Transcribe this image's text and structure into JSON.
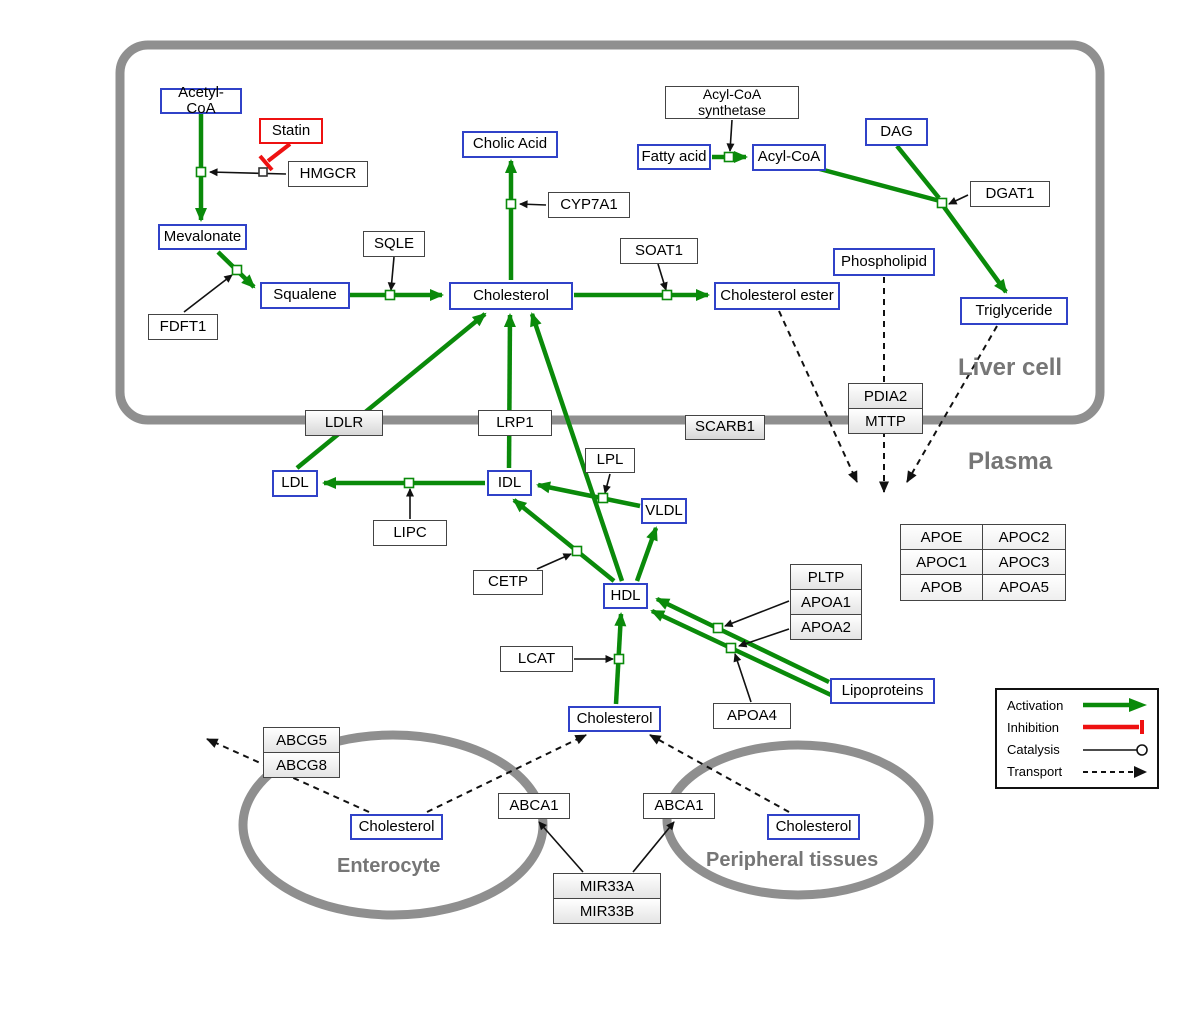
{
  "compartments": {
    "liver": {
      "label": "Liver cell"
    },
    "plasma": {
      "label": "Plasma"
    },
    "enterocyte": {
      "label": "Enterocyte"
    },
    "peripheral": {
      "label": "Peripheral tissues"
    }
  },
  "nodes": {
    "acetyl_coa": "Acetyl-CoA",
    "statin": "Statin",
    "hmgcr": "HMGCR",
    "mevalonate": "Mevalonate",
    "fdft1": "FDFT1",
    "squalene": "Squalene",
    "sqle": "SQLE",
    "cholesterol_liver": "Cholesterol",
    "cholic_acid": "Cholic Acid",
    "cyp7a1": "CYP7A1",
    "soat1": "SOAT1",
    "cholesterol_ester": "Cholesterol ester",
    "fatty_acid": "Fatty acid",
    "acyl_coa_synthetase": "Acyl-CoA synthetase",
    "acyl_coa": "Acyl-CoA",
    "dag": "DAG",
    "dgat1": "DGAT1",
    "phospholipid": "Phospholipid",
    "triglyceride": "Triglyceride",
    "pdia2": "PDIA2",
    "mttp": "MTTP",
    "ldlr": "LDLR",
    "lrp1": "LRP1",
    "scarb1": "SCARB1",
    "ldl": "LDL",
    "idl": "IDL",
    "lpl": "LPL",
    "vldl": "VLDL",
    "lipc": "LIPC",
    "cetp": "CETP",
    "hdl": "HDL",
    "lcat": "LCAT",
    "pltp": "PLTP",
    "apoa1": "APOA1",
    "apoa2": "APOA2",
    "apoa4": "APOA4",
    "lipoproteins": "Lipoproteins",
    "cholesterol_plasma": "Cholesterol",
    "abcg5": "ABCG5",
    "abcg8": "ABCG8",
    "cholesterol_enterocyte": "Cholesterol",
    "abca1_enterocyte": "ABCA1",
    "abca1_peripheral": "ABCA1",
    "cholesterol_peripheral": "Cholesterol",
    "mir33a": "MIR33A",
    "mir33b": "MIR33B"
  },
  "apolipoprotein_table": {
    "rows": [
      [
        "APOE",
        "APOC2"
      ],
      [
        "APOC1",
        "APOC3"
      ],
      [
        "APOB",
        "APOA5"
      ]
    ]
  },
  "legend": {
    "activation": "Activation",
    "inhibition": "Inhibition",
    "catalysis": "Catalysis",
    "transport": "Transport"
  },
  "colors": {
    "activation_green": "#0a8a0a",
    "inhibition_red": "#ee1111",
    "metabolite_blue": "#3042c8",
    "compartment_gray": "#8f8f8f"
  }
}
